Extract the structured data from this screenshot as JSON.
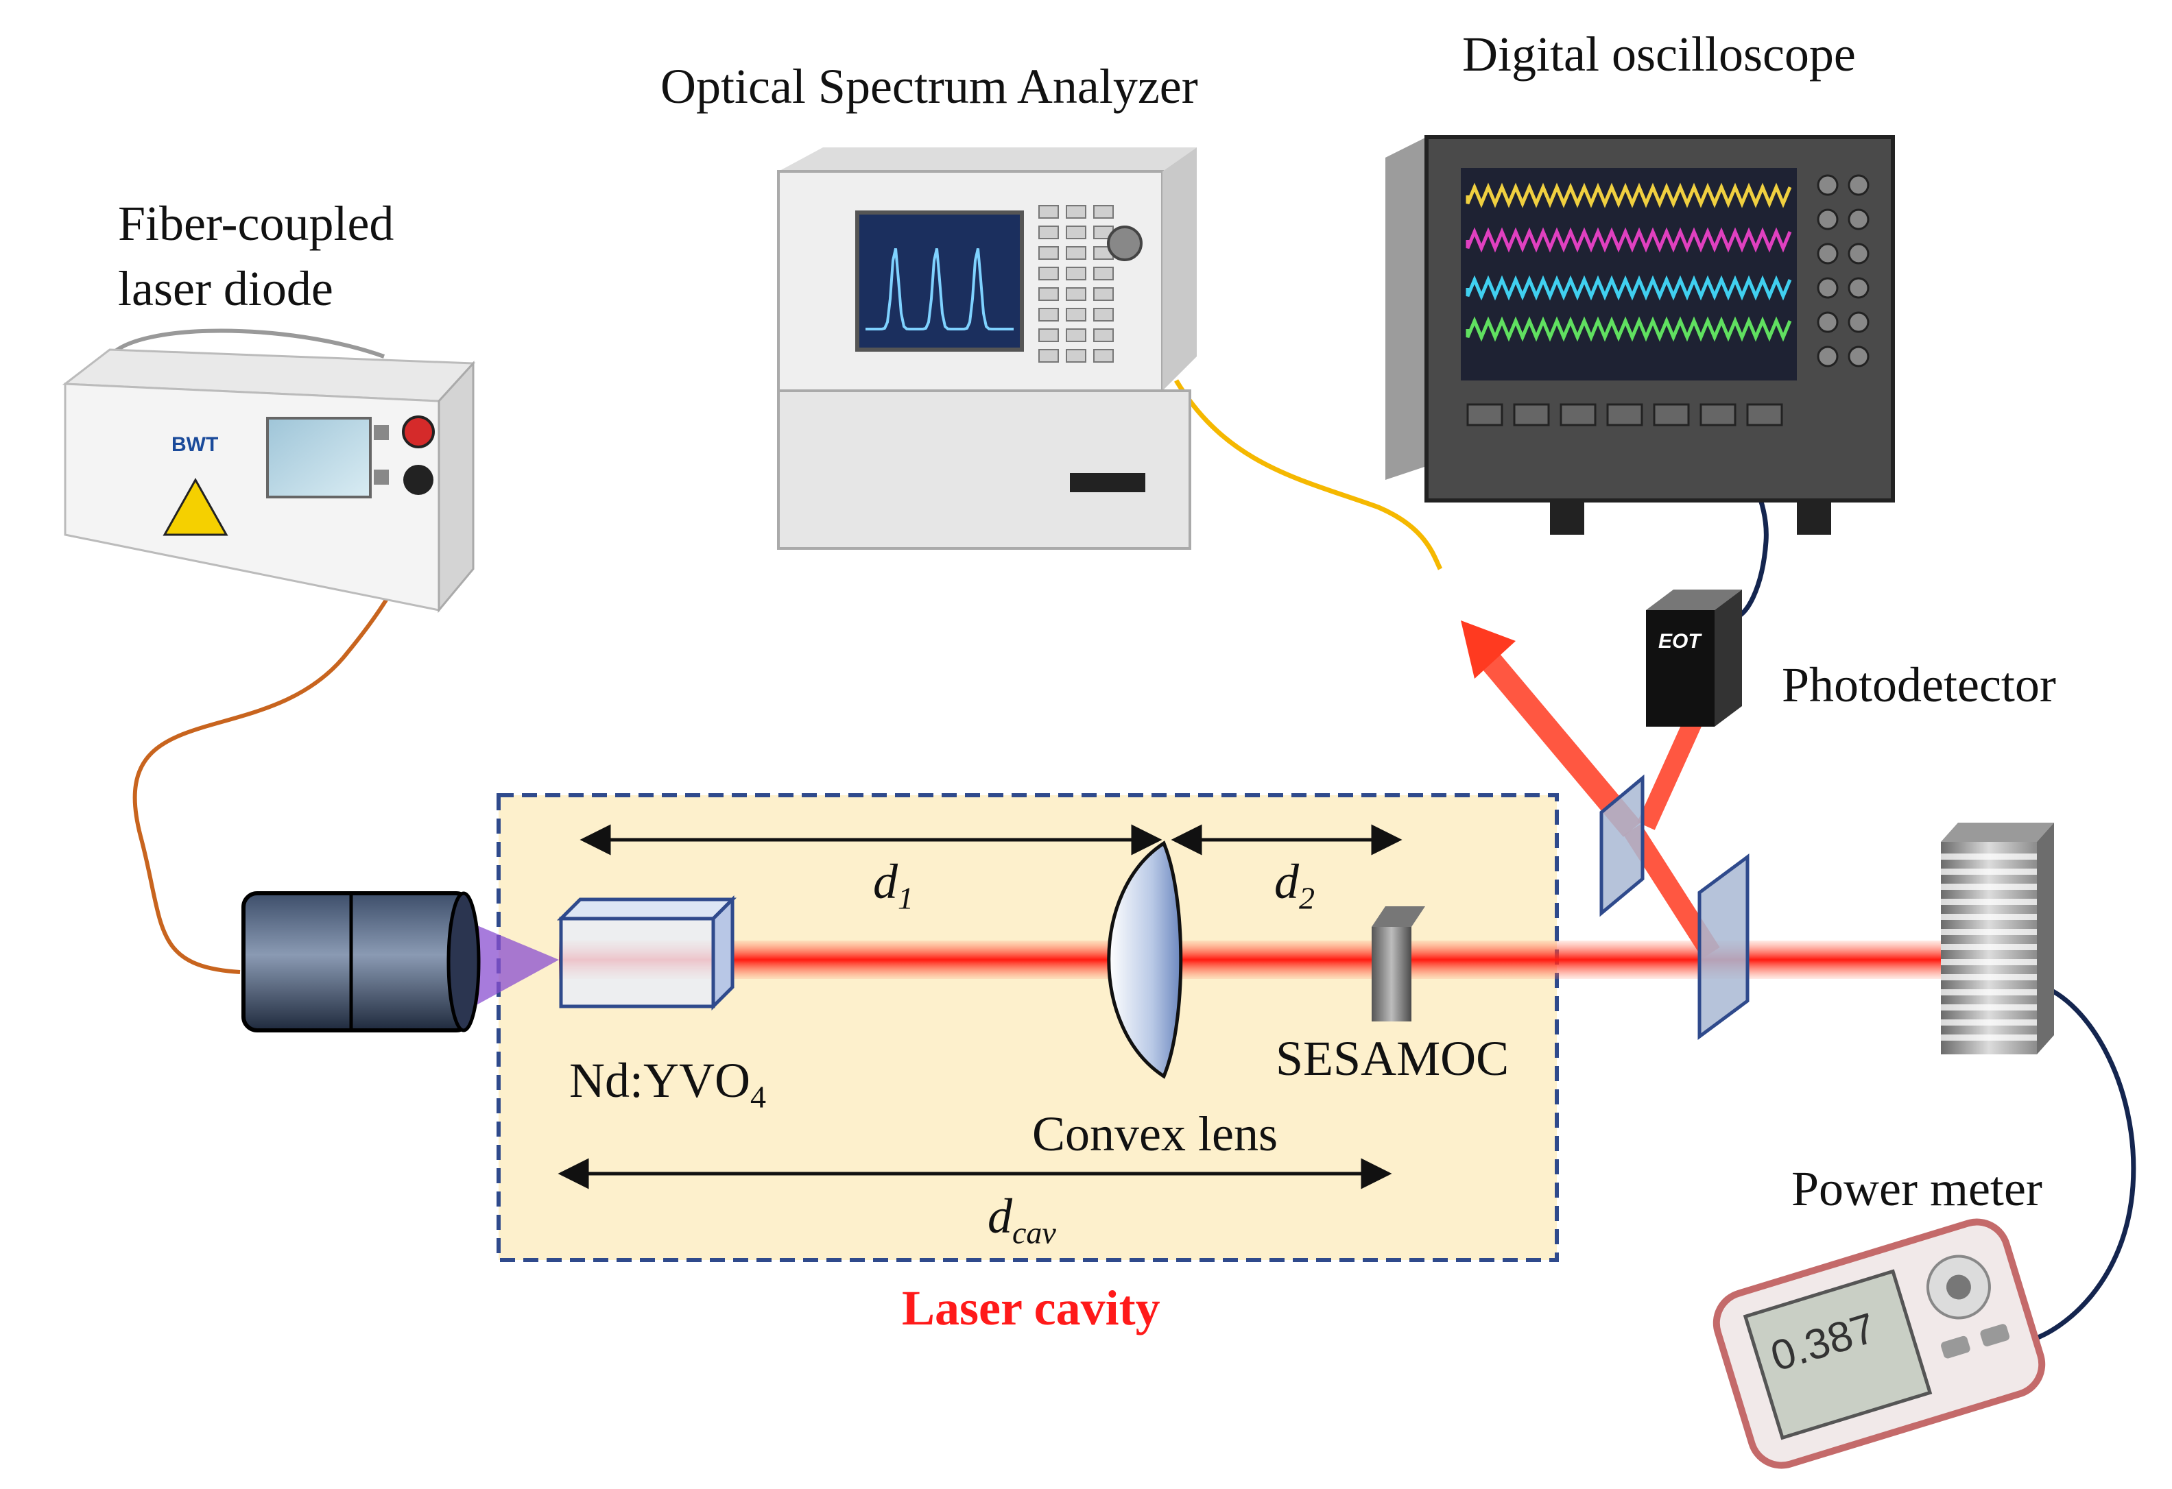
{
  "labels": {
    "laser_diode_line1": "Fiber-coupled",
    "laser_diode_line2": "laser diode",
    "osa": "Optical Spectrum Analyzer",
    "oscilloscope": "Digital oscilloscope",
    "photodetector": "Photodetector",
    "power_meter": "Power meter",
    "crystal_base": "Nd:YVO",
    "crystal_sub": "4",
    "lens": "Convex lens",
    "sesam": "SESAMOC",
    "cavity": "Laser cavity",
    "d1_base": "d",
    "d1_sub": "1",
    "d2_base": "d",
    "d2_sub": "2",
    "dcav_base": "d",
    "dcav_sub": "cav"
  },
  "device_text": {
    "diode_brand": "BWT",
    "pd_brand": "EOT",
    "power_reading": "0.387"
  },
  "colors": {
    "beam": "#ff2a1a",
    "pump": "#8a4fd0",
    "cavity_fill": "#fdf0cc",
    "cavity_border": "#2f4a8c",
    "fiber_diode": "#c8641e",
    "fiber_osa": "#f5b800",
    "cable": "#14254f",
    "cavity_label": "#ff1a1a"
  }
}
